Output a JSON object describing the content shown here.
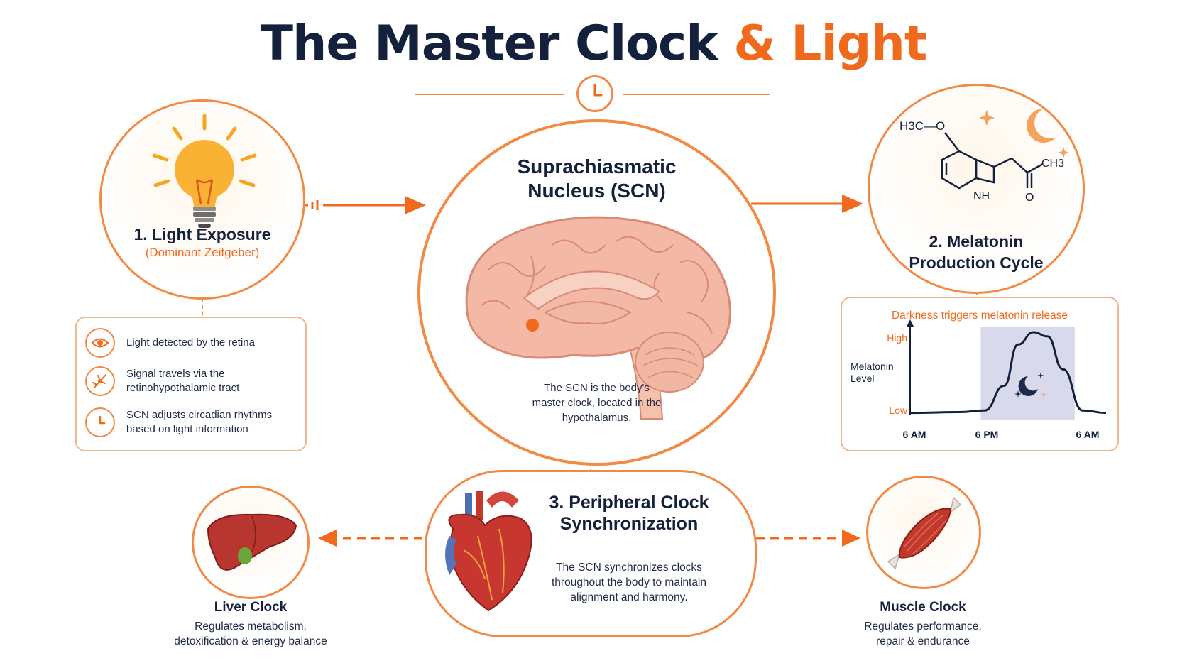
{
  "title": {
    "main": "The Master Clock ",
    "accent": "& Light"
  },
  "center": {
    "heading_line1": "Suprachiasmatic",
    "heading_line2": "Nucleus (SCN)",
    "caption_line1": "The SCN is the body's",
    "caption_line2": "master clock, located in the",
    "caption_line3": "hypothalamus."
  },
  "light": {
    "heading": "1. Light Exposure",
    "subheading": "(Dominant Zeitgeber)",
    "steps": [
      {
        "icon": "eye-icon",
        "line1": "Light detected by the retina",
        "line2": ""
      },
      {
        "icon": "nerve-icon",
        "line1": "Signal travels via the",
        "line2": "retinohypothalamic tract"
      },
      {
        "icon": "clock-icon",
        "line1": "SCN adjusts circadian rhythms",
        "line2": "based on light information"
      }
    ]
  },
  "melatonin": {
    "heading_line1": "2. Melatonin",
    "heading_line2": "Production Cycle",
    "molecule": {
      "methoxy": "H3C—O",
      "nh": "NH",
      "ch3": "CH3",
      "o": "O"
    },
    "chart_title": "Darkness triggers melatonin release"
  },
  "chart_data": {
    "type": "line",
    "title": "Darkness triggers melatonin release",
    "xlabel": "",
    "ylabel": "Melatonin Level",
    "y_tick_labels": [
      "Low",
      "High"
    ],
    "x_tick_labels": [
      "6 AM",
      "6 PM",
      "6 AM"
    ],
    "shaded_region": {
      "from": "6 PM",
      "to": "6 AM",
      "label": "darkness"
    },
    "series": [
      {
        "x": [
          0,
          0.25,
          0.38,
          0.48,
          0.55,
          0.63,
          0.7,
          0.78,
          0.88,
          1.0
        ],
        "y": [
          0.02,
          0.03,
          0.05,
          0.35,
          0.85,
          1.0,
          0.95,
          0.55,
          0.05,
          0.02
        ]
      }
    ],
    "grid": false,
    "colors": {
      "line": "#14213d",
      "shade": "#d9d9ec"
    }
  },
  "peripheral": {
    "heading_line1": "3. Peripheral Clock",
    "heading_line2": "Synchronization",
    "body_line1": "The SCN synchronizes clocks",
    "body_line2": "throughout the body to maintain",
    "body_line3": "alignment and harmony."
  },
  "liver": {
    "heading": "Liver Clock",
    "line1": "Regulates metabolism,",
    "line2": "detoxification & energy balance"
  },
  "muscle": {
    "heading": "Muscle Clock",
    "line1": "Regulates performance,",
    "line2": "repair & endurance"
  },
  "colors": {
    "accent": "#f06a1d",
    "navy": "#14213d",
    "border": "#f28a45",
    "box_border": "#f6b48a"
  }
}
